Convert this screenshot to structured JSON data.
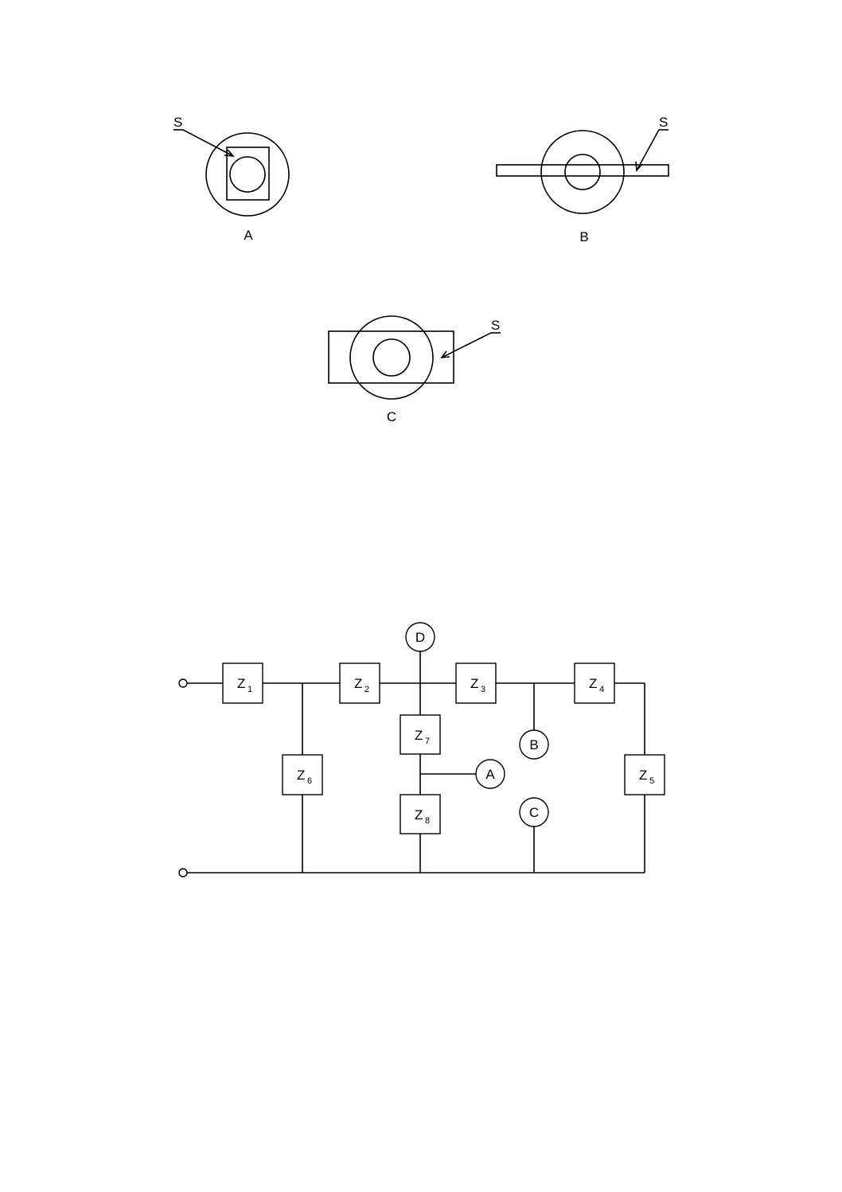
{
  "figure1": {
    "A": {
      "label": "A",
      "pointer": "S"
    },
    "B": {
      "label": "B",
      "pointer": "S"
    },
    "C": {
      "label": "C",
      "pointer": "S"
    }
  },
  "circuit": {
    "impedances": [
      {
        "id": "z1",
        "base": "Z",
        "sub": "1"
      },
      {
        "id": "z2",
        "base": "Z",
        "sub": "2"
      },
      {
        "id": "z3",
        "base": "Z",
        "sub": "3"
      },
      {
        "id": "z4",
        "base": "Z",
        "sub": "4"
      },
      {
        "id": "z5",
        "base": "Z",
        "sub": "5"
      },
      {
        "id": "z6",
        "base": "Z",
        "sub": "6"
      },
      {
        "id": "z7",
        "base": "Z",
        "sub": "7"
      },
      {
        "id": "z8",
        "base": "Z",
        "sub": "8"
      }
    ],
    "meters": [
      {
        "id": "D",
        "label": "D"
      },
      {
        "id": "A",
        "label": "A"
      },
      {
        "id": "B",
        "label": "B"
      },
      {
        "id": "C",
        "label": "C"
      }
    ]
  }
}
